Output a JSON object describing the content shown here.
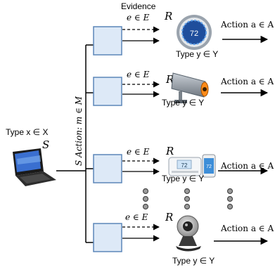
{
  "diagram": {
    "evidence_label": "Evidence",
    "evidence_set": "e ∈ E",
    "receiver_label": "R",
    "sender_label": "S",
    "sender_type": "Type x ∈ X",
    "sender_action": "S Action: m ∈ M",
    "receiver_type": "Type y ∈ Y",
    "receiver_action": "Action a ∈ A",
    "thermostat_reading": "72",
    "thermostat2_reading": "72",
    "phone_reading": "72",
    "ellipsis": "…"
  },
  "colors": {
    "box_fill": "#dde9f7",
    "box_stroke": "#5b86b8",
    "line": "#000000",
    "thermostat_ring": "#9aa3ad",
    "thermostat_face": "#1f4e9c"
  }
}
